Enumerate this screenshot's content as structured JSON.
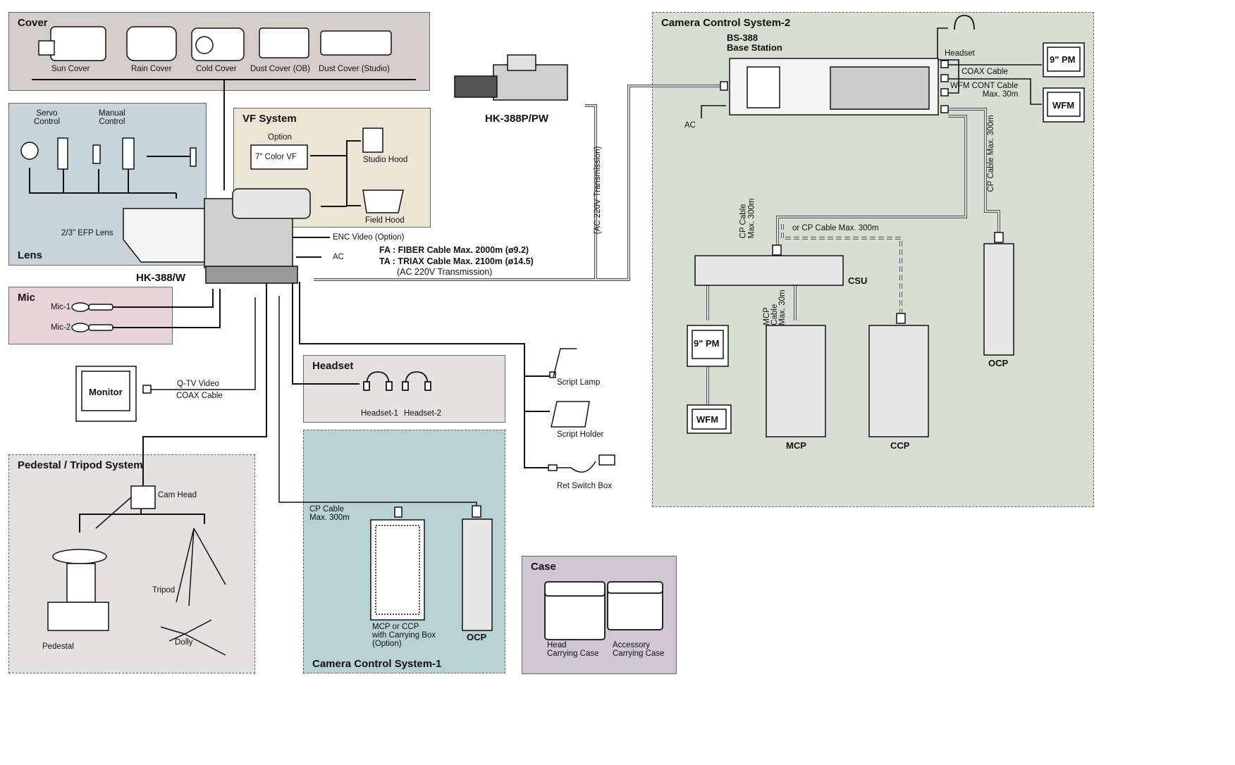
{
  "cover": {
    "title": "Cover",
    "items": [
      "Sun Cover",
      "Rain Cover",
      "Cold Cover",
      "Dust Cover (OB)",
      "Dust Cover (Studio)"
    ]
  },
  "lens": {
    "title": "Lens",
    "servo": "Servo\nControl",
    "manual": "Manual\nControl",
    "efp": "2/3\" EFP Lens"
  },
  "vf": {
    "title": "VF System",
    "option": "Option",
    "color_vf": "7\" Color VF",
    "studio_hood": "Studio Hood",
    "field_hood": "Field Hood"
  },
  "camera": {
    "main": "HK-388/W",
    "portable": "HK-388P/PW",
    "enc": "ENC Video (Option)",
    "ac": "AC",
    "fa": "FA : FIBER Cable Max. 2000m (ø9.2)",
    "ta": "TA : TRIAX Cable Max. 2100m (ø14.5)",
    "ac220": "(AC 220V Transmission)",
    "ac220_vertical": "(AC 220V Transmission)"
  },
  "mic": {
    "title": "Mic",
    "items": [
      "Mic-1",
      "Mic-2"
    ]
  },
  "monitor": {
    "label": "Monitor",
    "qtv": "Q-TV Video",
    "coax": "COAX Cable"
  },
  "headset": {
    "title": "Headset",
    "items": [
      "Headset-1",
      "Headset-2"
    ]
  },
  "accessories": {
    "script_lamp": "Script Lamp",
    "script_holder": "Script Holder",
    "ret_switch": "Ret Switch Box"
  },
  "pedestal": {
    "title": "Pedestal / Tripod System",
    "cam_head": "Cam Head",
    "tripod": "Tripod",
    "pedestal": "Pedestal",
    "dolly": "Dolly"
  },
  "ccs1": {
    "title": "Camera Control System-1",
    "cp_cable": "CP Cable\nMax. 300m",
    "box": "MCP or CCP\nwith Carrying Box\n(Option)",
    "ocp": "OCP"
  },
  "case": {
    "title": "Case",
    "head": "Head\nCarrying Case",
    "accessory": "Accessory\nCarrying Case"
  },
  "ccs2": {
    "title": "Camera Control System-2",
    "bs": "BS-388\nBase Station",
    "ac": "AC",
    "headset": "Headset",
    "coax": "COAX Cable",
    "wfm_cont": "WFM CONT Cable\nMax. 30m",
    "pm": "9\" PM",
    "wfm": "WFM",
    "cp_vertical": "CP Cable Max. 300m",
    "cp_csu": "CP Cable\nMax. 300m",
    "or_cp": "or CP Cable Max. 300m",
    "mcp_cable": "MCP\nCable\nMax. 30m",
    "csu": "CSU",
    "mcp": "MCP",
    "ccp": "CCP",
    "ocp": "OCP",
    "pm2": "9\" PM",
    "wfm2": "WFM"
  }
}
